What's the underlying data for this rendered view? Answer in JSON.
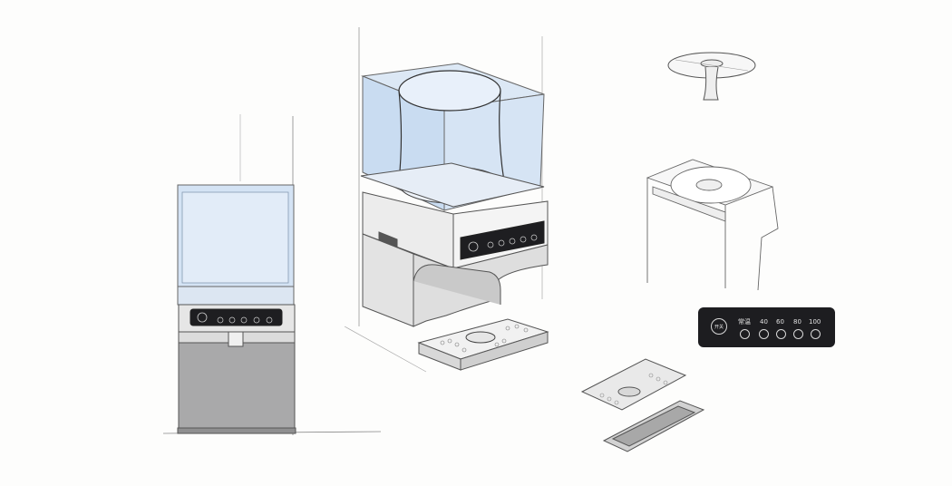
{
  "sketch": {
    "control_panel": {
      "power_label": "开关",
      "temperature_labels": [
        "常温",
        "40",
        "60",
        "80",
        "100"
      ]
    },
    "colors": {
      "ink": "#555555",
      "glass_blue": "#cfe0f3",
      "body_gray": "#a9a9aa",
      "panel_black": "#1d1d20"
    }
  }
}
